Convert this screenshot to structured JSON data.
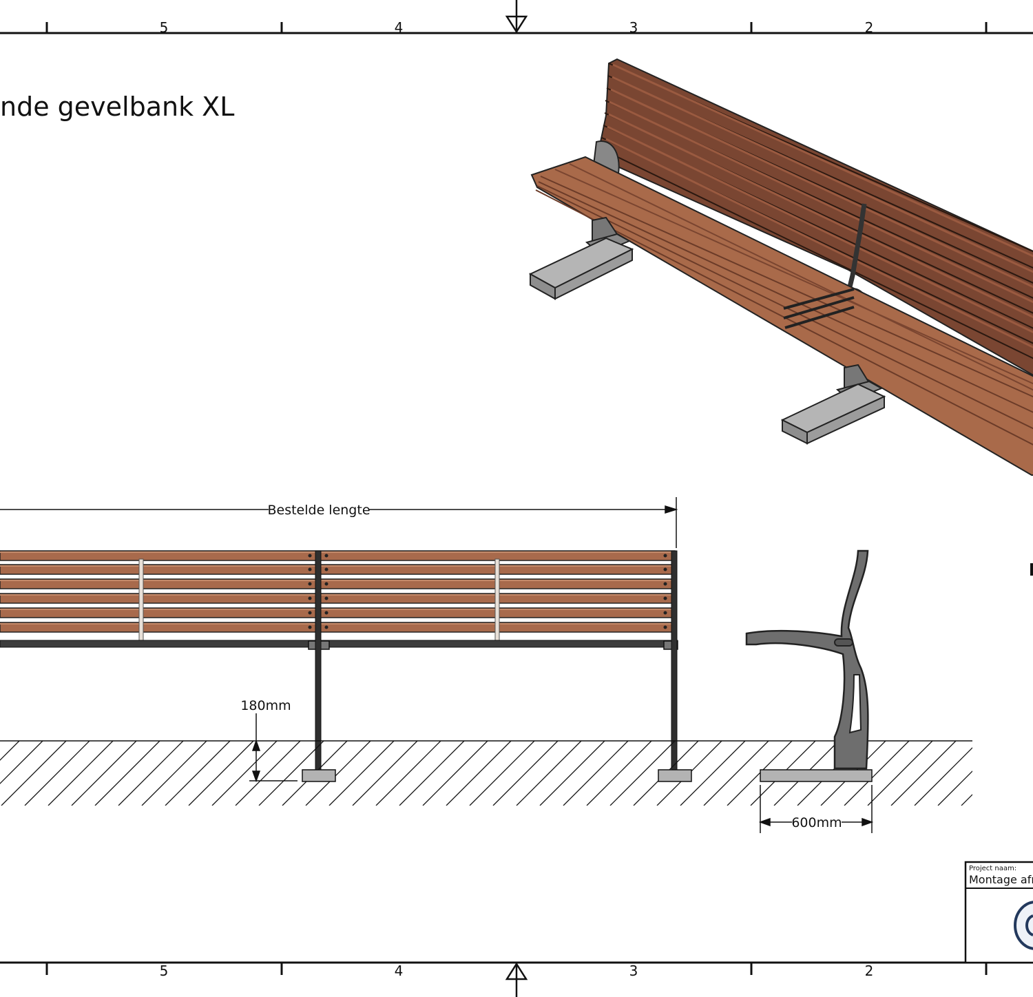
{
  "drawing": {
    "title": "nde gevelbank XL",
    "zones_top": [
      "5",
      "4",
      "3",
      "2"
    ],
    "zones_bottom": [
      "5",
      "4",
      "3",
      "2"
    ]
  },
  "dimensions": {
    "length_label": "Bestelde lengte",
    "height_label": "180mm",
    "foot_label": "600mm"
  },
  "title_block": {
    "project_label": "Project naam:",
    "project_value": "Montage afn"
  },
  "colors": {
    "wood": "#a86a4c",
    "wood_dark": "#6e3f2c",
    "wood_light": "#c48a6a",
    "steel": "#6f6f6f",
    "steel_dark": "#3d3d3d",
    "concrete": "#a7a7a7",
    "line": "#111111"
  }
}
